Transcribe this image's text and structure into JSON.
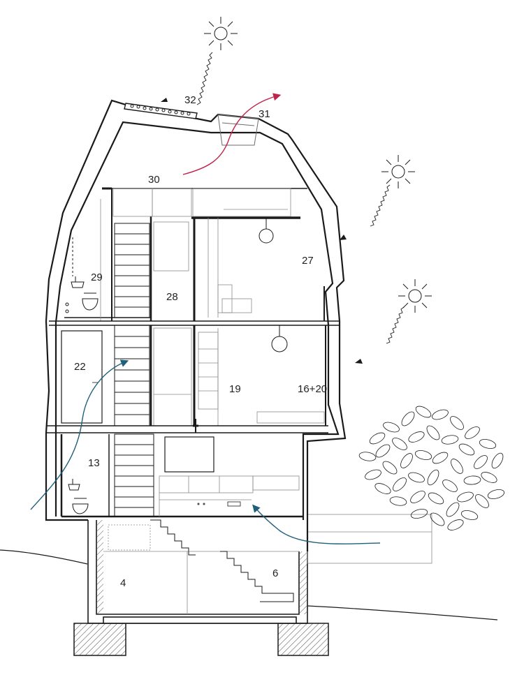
{
  "rooms": {
    "r4": "4",
    "r6": "6",
    "r13": "13",
    "r16_20": "16+20",
    "r19": "19",
    "r22": "22",
    "r27": "27",
    "r28": "28",
    "r29": "29",
    "r30": "30",
    "r31": "31",
    "r32": "32"
  },
  "colors": {
    "line": "#1a1a1a",
    "thin": "#6b6b6b",
    "airflow_in": "#1f5f7a",
    "airflow_out": "#c0244a",
    "hatch": "#555555"
  },
  "icons": [
    "sun-icon",
    "solar-panel-icon",
    "tree-icon",
    "sink-icon",
    "toilet-icon",
    "pendant-lamp-icon"
  ]
}
